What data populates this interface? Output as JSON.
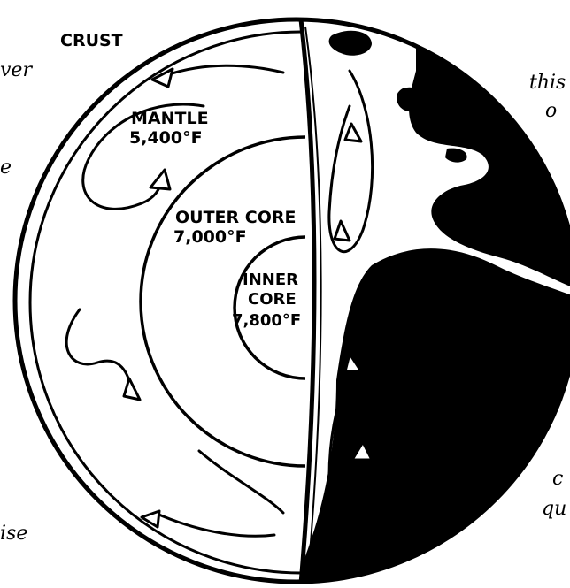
{
  "labels": {
    "crust": "CRUST",
    "mantle_name": "MANTLE",
    "mantle_temp": "5,400°F",
    "outer_core_name": "OUTER CORE",
    "outer_core_temp": "7,000°F",
    "inner_core_line1": "INNER",
    "inner_core_line2": "CORE",
    "inner_core_temp": "7,800°F"
  },
  "margin_text": {
    "left_top": "ver",
    "left_mid": "e",
    "left_bottom": "ise",
    "right_top_1": "this",
    "right_top_2": "o",
    "right_bottom_1": "c",
    "right_bottom_2": "qu"
  },
  "colors": {
    "ink": "#000000",
    "paper": "#ffffff"
  }
}
